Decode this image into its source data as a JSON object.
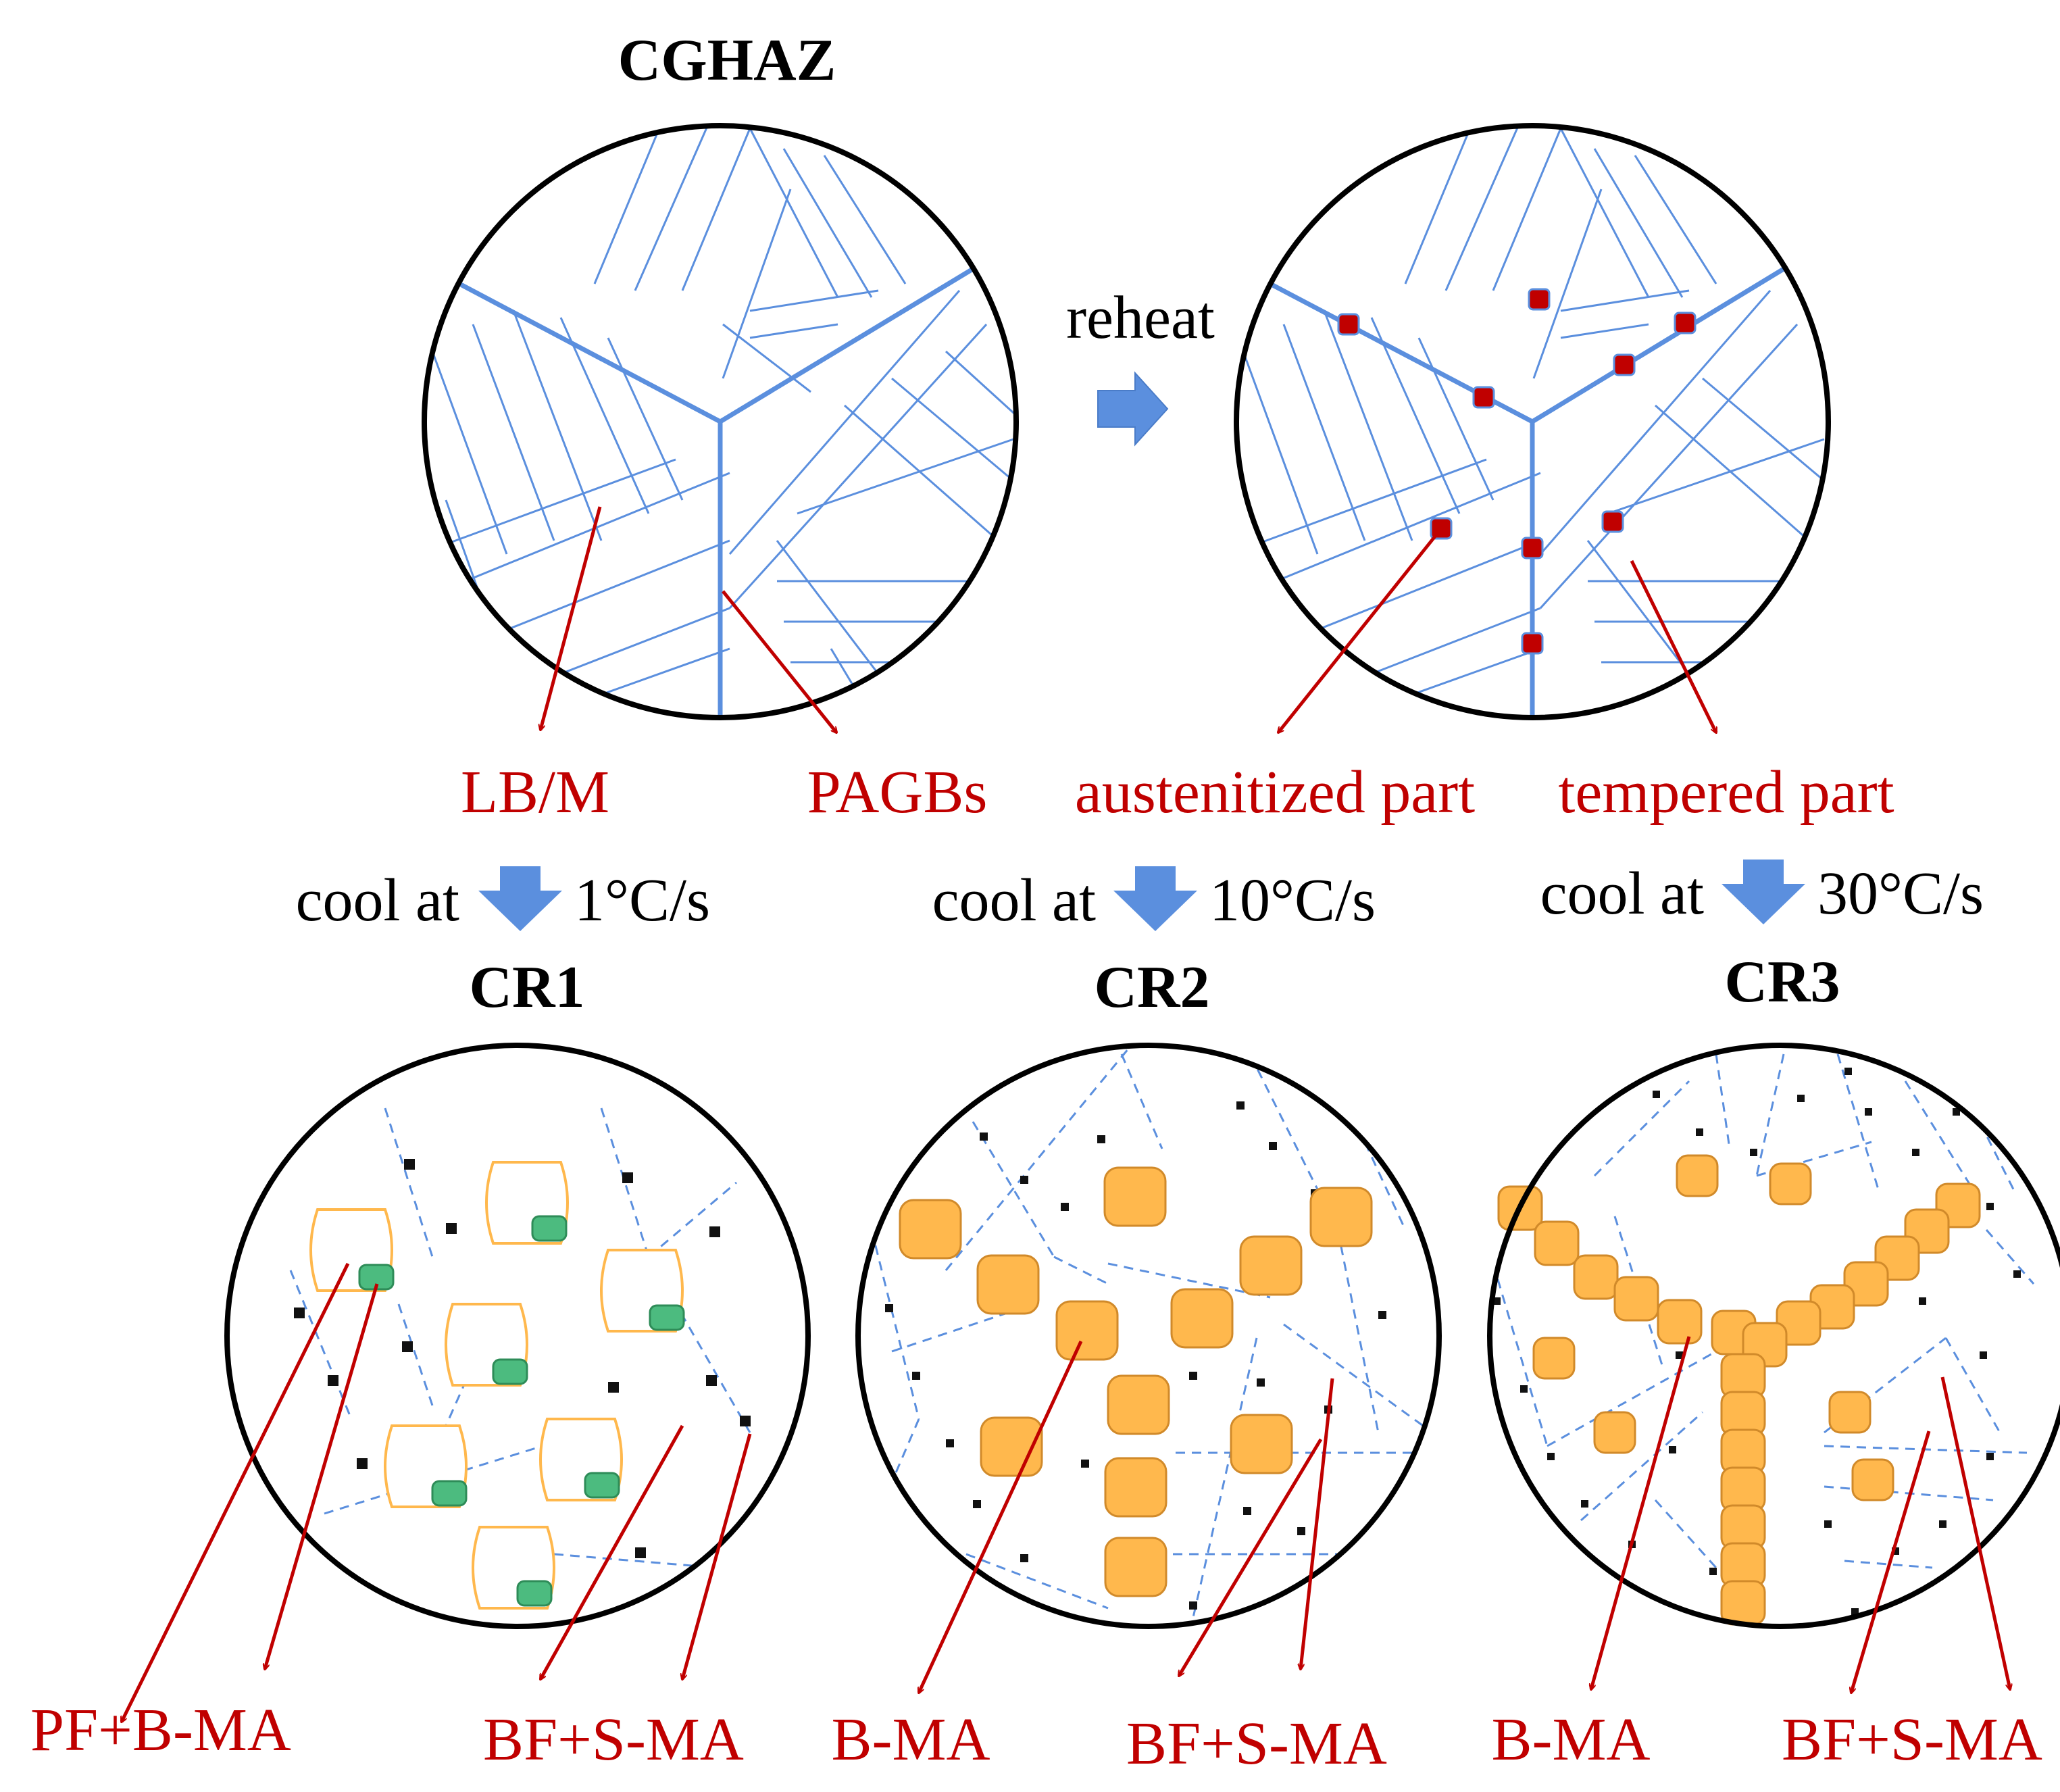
{
  "colors": {
    "blue": "#5b8fde",
    "red": "#c00000",
    "orange": "#ffb84d",
    "orange_edge": "#d18a2a",
    "green": "#4cbb7f",
    "green_edge": "#2e8c58",
    "circle": "#000000"
  },
  "top": {
    "title": "CGHAZ",
    "reheat_label": "reheat",
    "labels": {
      "lbm": "LB/M",
      "pagbs": "PAGBs",
      "austenitized": "austenitized part",
      "tempered": "tempered part"
    }
  },
  "cooling": [
    {
      "prefix": "cool at",
      "rate": "1°C/s",
      "title": "CR1"
    },
    {
      "prefix": "cool at",
      "rate": "10°C/s",
      "title": "CR2"
    },
    {
      "prefix": "cool at",
      "rate": "30°C/s",
      "title": "CR3"
    }
  ],
  "bottom_labels": {
    "cr1_left": "PF+B-MA",
    "cr1_right": "BF+S-MA",
    "cr2_left": "B-MA",
    "cr2_right": "BF+S-MA",
    "cr3_left": "B-MA",
    "cr3_right": "BF+S-MA"
  }
}
